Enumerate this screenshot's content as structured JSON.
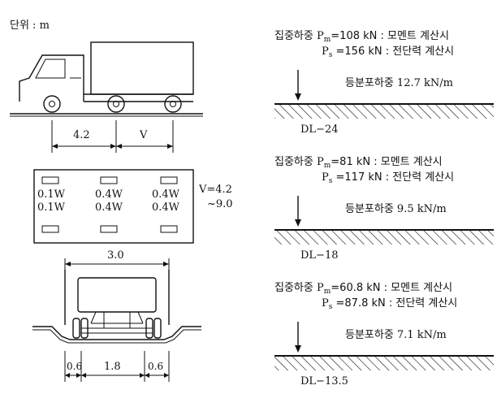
{
  "unit_label": "단위 : m",
  "truck_side": {
    "dim_a": "4.2",
    "dim_b": "V"
  },
  "wheel_plan": {
    "left": [
      "0.1W",
      "0.1W"
    ],
    "middle": [
      "0.4W",
      "0.4W"
    ],
    "right": [
      "0.4W",
      "0.4W"
    ],
    "v_line1": "V=4.2",
    "v_line2": "~9.0",
    "width": "3.0"
  },
  "truck_rear": {
    "dims": [
      "0.6",
      "1.8",
      "0.6"
    ]
  },
  "loads": [
    {
      "line1_prefix": "집중하중",
      "line1_p": "P",
      "line1_sub": "m",
      "line1_value": "=108 kN : 모멘트  계산시",
      "line2_p": "P",
      "line2_sub": "s",
      "line2_value": " =156 kN : 전단력  계산시",
      "udl": "등분포하중  12.7 kN/m",
      "dl": "DL−24"
    },
    {
      "line1_prefix": "집중하중",
      "line1_p": "P",
      "line1_sub": "m",
      "line1_value": "=81 kN : 모멘트  계산시",
      "line2_p": "P",
      "line2_sub": "s",
      "line2_value": " =117 kN : 전단력  계산시",
      "udl": "등분포하중  9.5 kN/m",
      "dl": "DL−18"
    },
    {
      "line1_prefix": "집중하중",
      "line1_p": "P",
      "line1_sub": "m",
      "line1_value": "=60.8 kN : 모멘트  계산시",
      "line2_p": "P",
      "line2_sub": "s",
      "line2_value": " =87.8 kN : 전단력  계산시",
      "udl": "등분포하중  7.1 kN/m",
      "dl": "DL−13.5"
    }
  ]
}
